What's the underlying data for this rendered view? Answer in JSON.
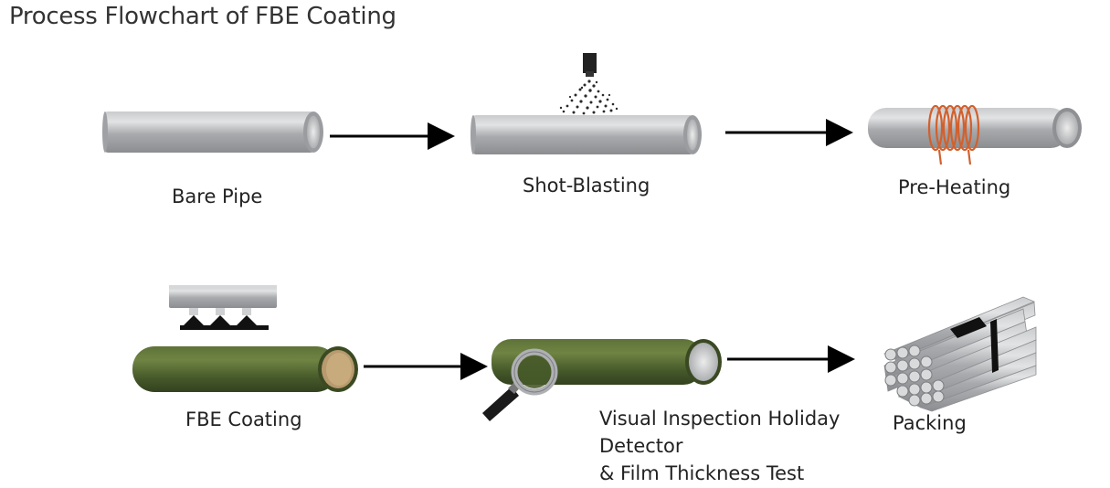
{
  "title": "Process Flowchart of FBE Coating",
  "steps": [
    {
      "label": "Bare Pipe",
      "icon": "bare-pipe-icon"
    },
    {
      "label": "Shot-Blasting",
      "icon": "shot-blasting-icon"
    },
    {
      "label": "Pre-Heating",
      "icon": "pre-heating-icon"
    },
    {
      "label": "FBE Coating",
      "icon": "fbe-coating-icon"
    },
    {
      "label_lines": [
        "Visual Inspection Holiday",
        "Detector",
        "& Film Thickness Test"
      ],
      "icon": "inspection-icon"
    },
    {
      "label": "Packing",
      "icon": "packed-pipes-bundle-icon"
    }
  ],
  "colors": {
    "steel": "#a9abae",
    "coating_green": "#4b5f2c",
    "heating_coil": "#d2602d",
    "arrow": "#000000"
  }
}
